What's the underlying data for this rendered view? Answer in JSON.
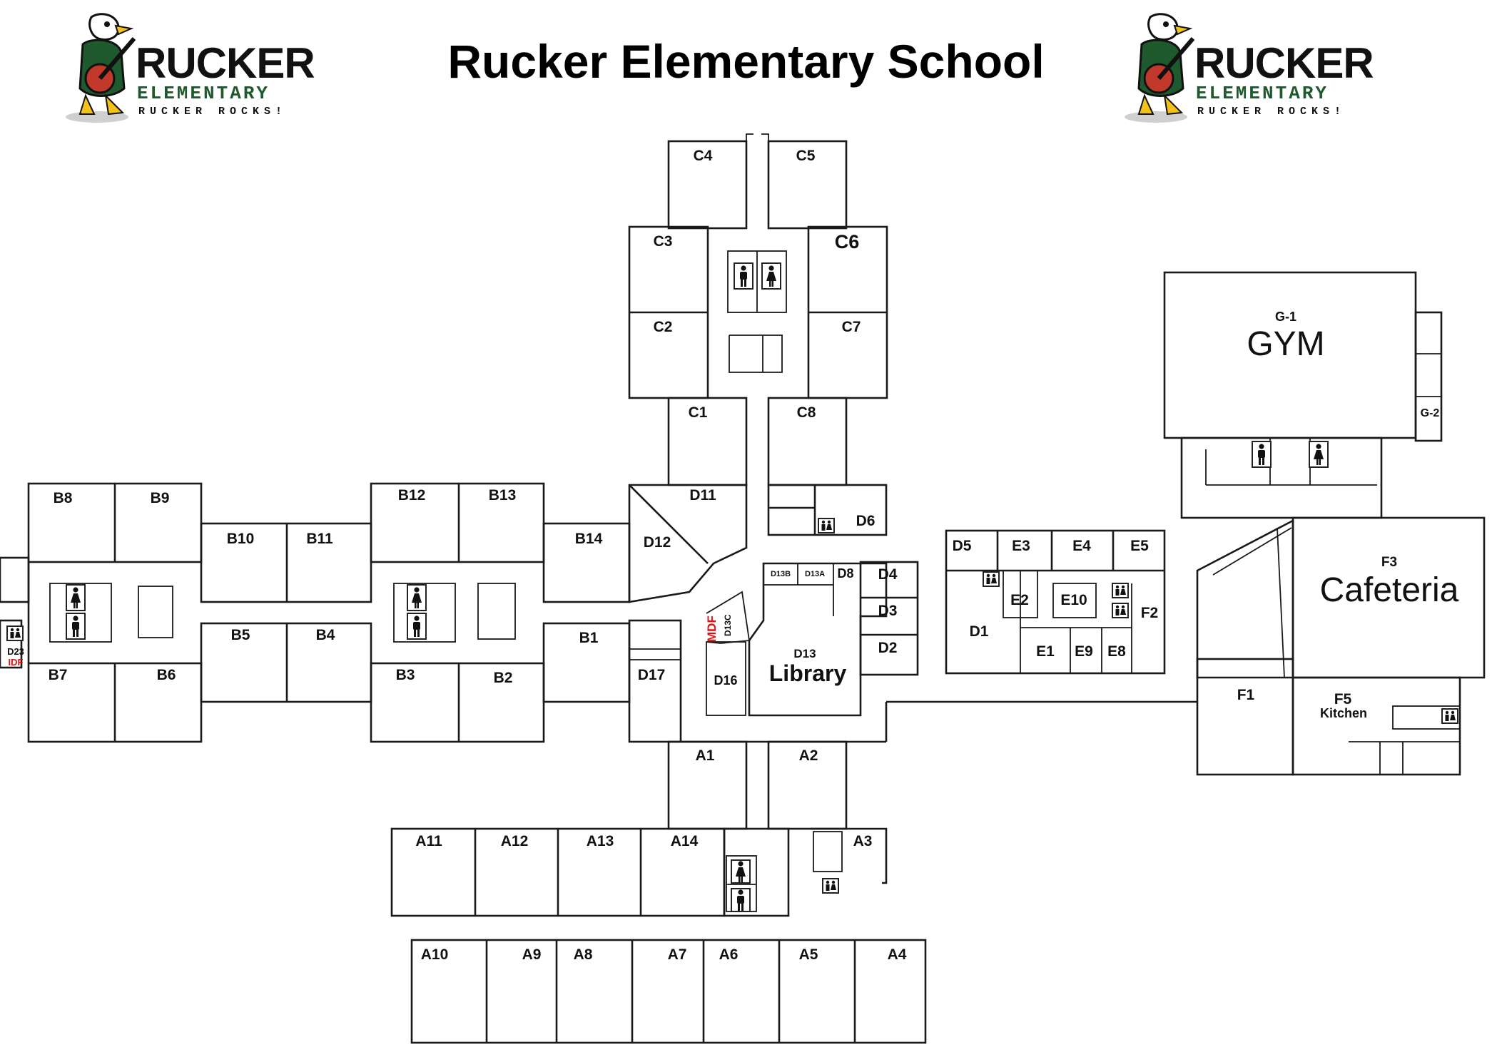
{
  "header": {
    "title": "Rucker Elementary School",
    "logo": {
      "line1": "RUCKER",
      "line2": "ELEMENTARY",
      "line3": "RUCKER ROCKS!"
    }
  },
  "rooms": {
    "C4": "C4",
    "C5": "C5",
    "C3": "C3",
    "C6": "C6",
    "C2": "C2",
    "C7": "C7",
    "C1": "C1",
    "C8": "C8",
    "D11": "D11",
    "D12": "D12",
    "D6": "D6",
    "D5": "D5",
    "D4": "D4",
    "D3": "D3",
    "D2": "D2",
    "D8": "D8",
    "D13B": "D13B",
    "D13A": "D13A",
    "D13C": "D13C",
    "D13": "D13",
    "Library": "Library",
    "D16": "D16",
    "D17": "D17",
    "D1": "D1",
    "MDF": "MDF",
    "D23": "D23",
    "IDF": "IDF",
    "E3": "E3",
    "E4": "E4",
    "E5": "E5",
    "E2": "E2",
    "E10": "E10",
    "E1": "E1",
    "E9": "E9",
    "E8": "E8",
    "F2": "F2",
    "F3": "F3",
    "Cafeteria": "Cafeteria",
    "F1": "F1",
    "F5": "F5",
    "Kitchen": "Kitchen",
    "G1": "G-1",
    "GYM": "GYM",
    "G2": "G-2",
    "B8": "B8",
    "B9": "B9",
    "B10": "B10",
    "B11": "B11",
    "B12": "B12",
    "B13": "B13",
    "B14": "B14",
    "B7": "B7",
    "B6": "B6",
    "B5": "B5",
    "B4": "B4",
    "B3": "B3",
    "B2": "B2",
    "B1": "B1",
    "A1": "A1",
    "A2": "A2",
    "A3": "A3",
    "A11": "A11",
    "A12": "A12",
    "A13": "A13",
    "A14": "A14",
    "A10": "A10",
    "A9": "A9",
    "A8": "A8",
    "A7": "A7",
    "A6": "A6",
    "A5": "A5",
    "A4": "A4"
  },
  "icons": {
    "restroom_male": "male-restroom-icon",
    "restroom_female": "female-restroom-icon",
    "restroom_family": "family-restroom-icon"
  },
  "colors": {
    "walls": "#1a1a1a",
    "network_labels": "#e01010",
    "logo_green": "#1f5a2e"
  }
}
